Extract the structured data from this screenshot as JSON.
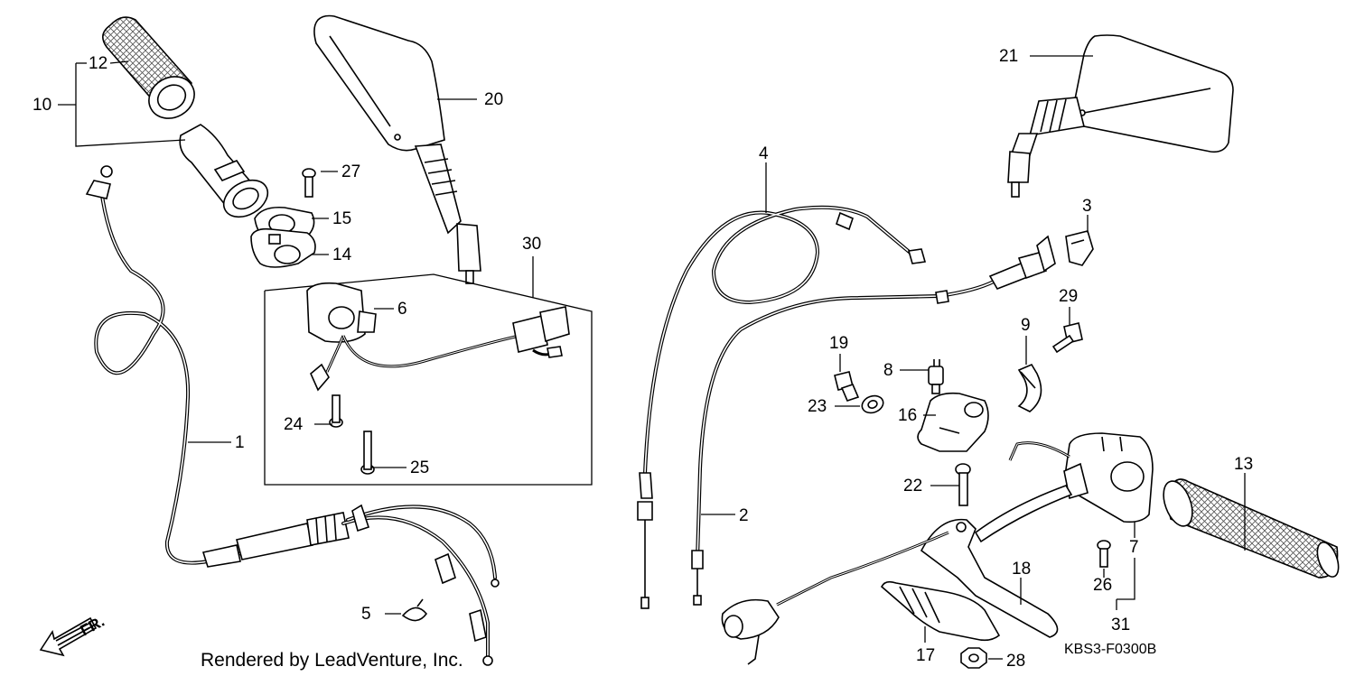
{
  "labels": {
    "p1": "1",
    "p2": "2",
    "p3": "3",
    "p4": "4",
    "p5": "5",
    "p6": "6",
    "p7": "7",
    "p8": "8",
    "p9": "9",
    "p10": "10",
    "p12": "12",
    "p13": "13",
    "p14": "14",
    "p15": "15",
    "p16": "16",
    "p17": "17",
    "p18": "18",
    "p19": "19",
    "p20": "20",
    "p21": "21",
    "p22": "22",
    "p23": "23",
    "p24": "24",
    "p25": "25",
    "p26": "26",
    "p27": "27",
    "p28": "28",
    "p29": "29",
    "p30": "30",
    "p31": "31"
  },
  "front_marker": "FR.",
  "credit": "Rendered by LeadVenture, Inc.",
  "diagram_code": "KBS3-F0300B"
}
